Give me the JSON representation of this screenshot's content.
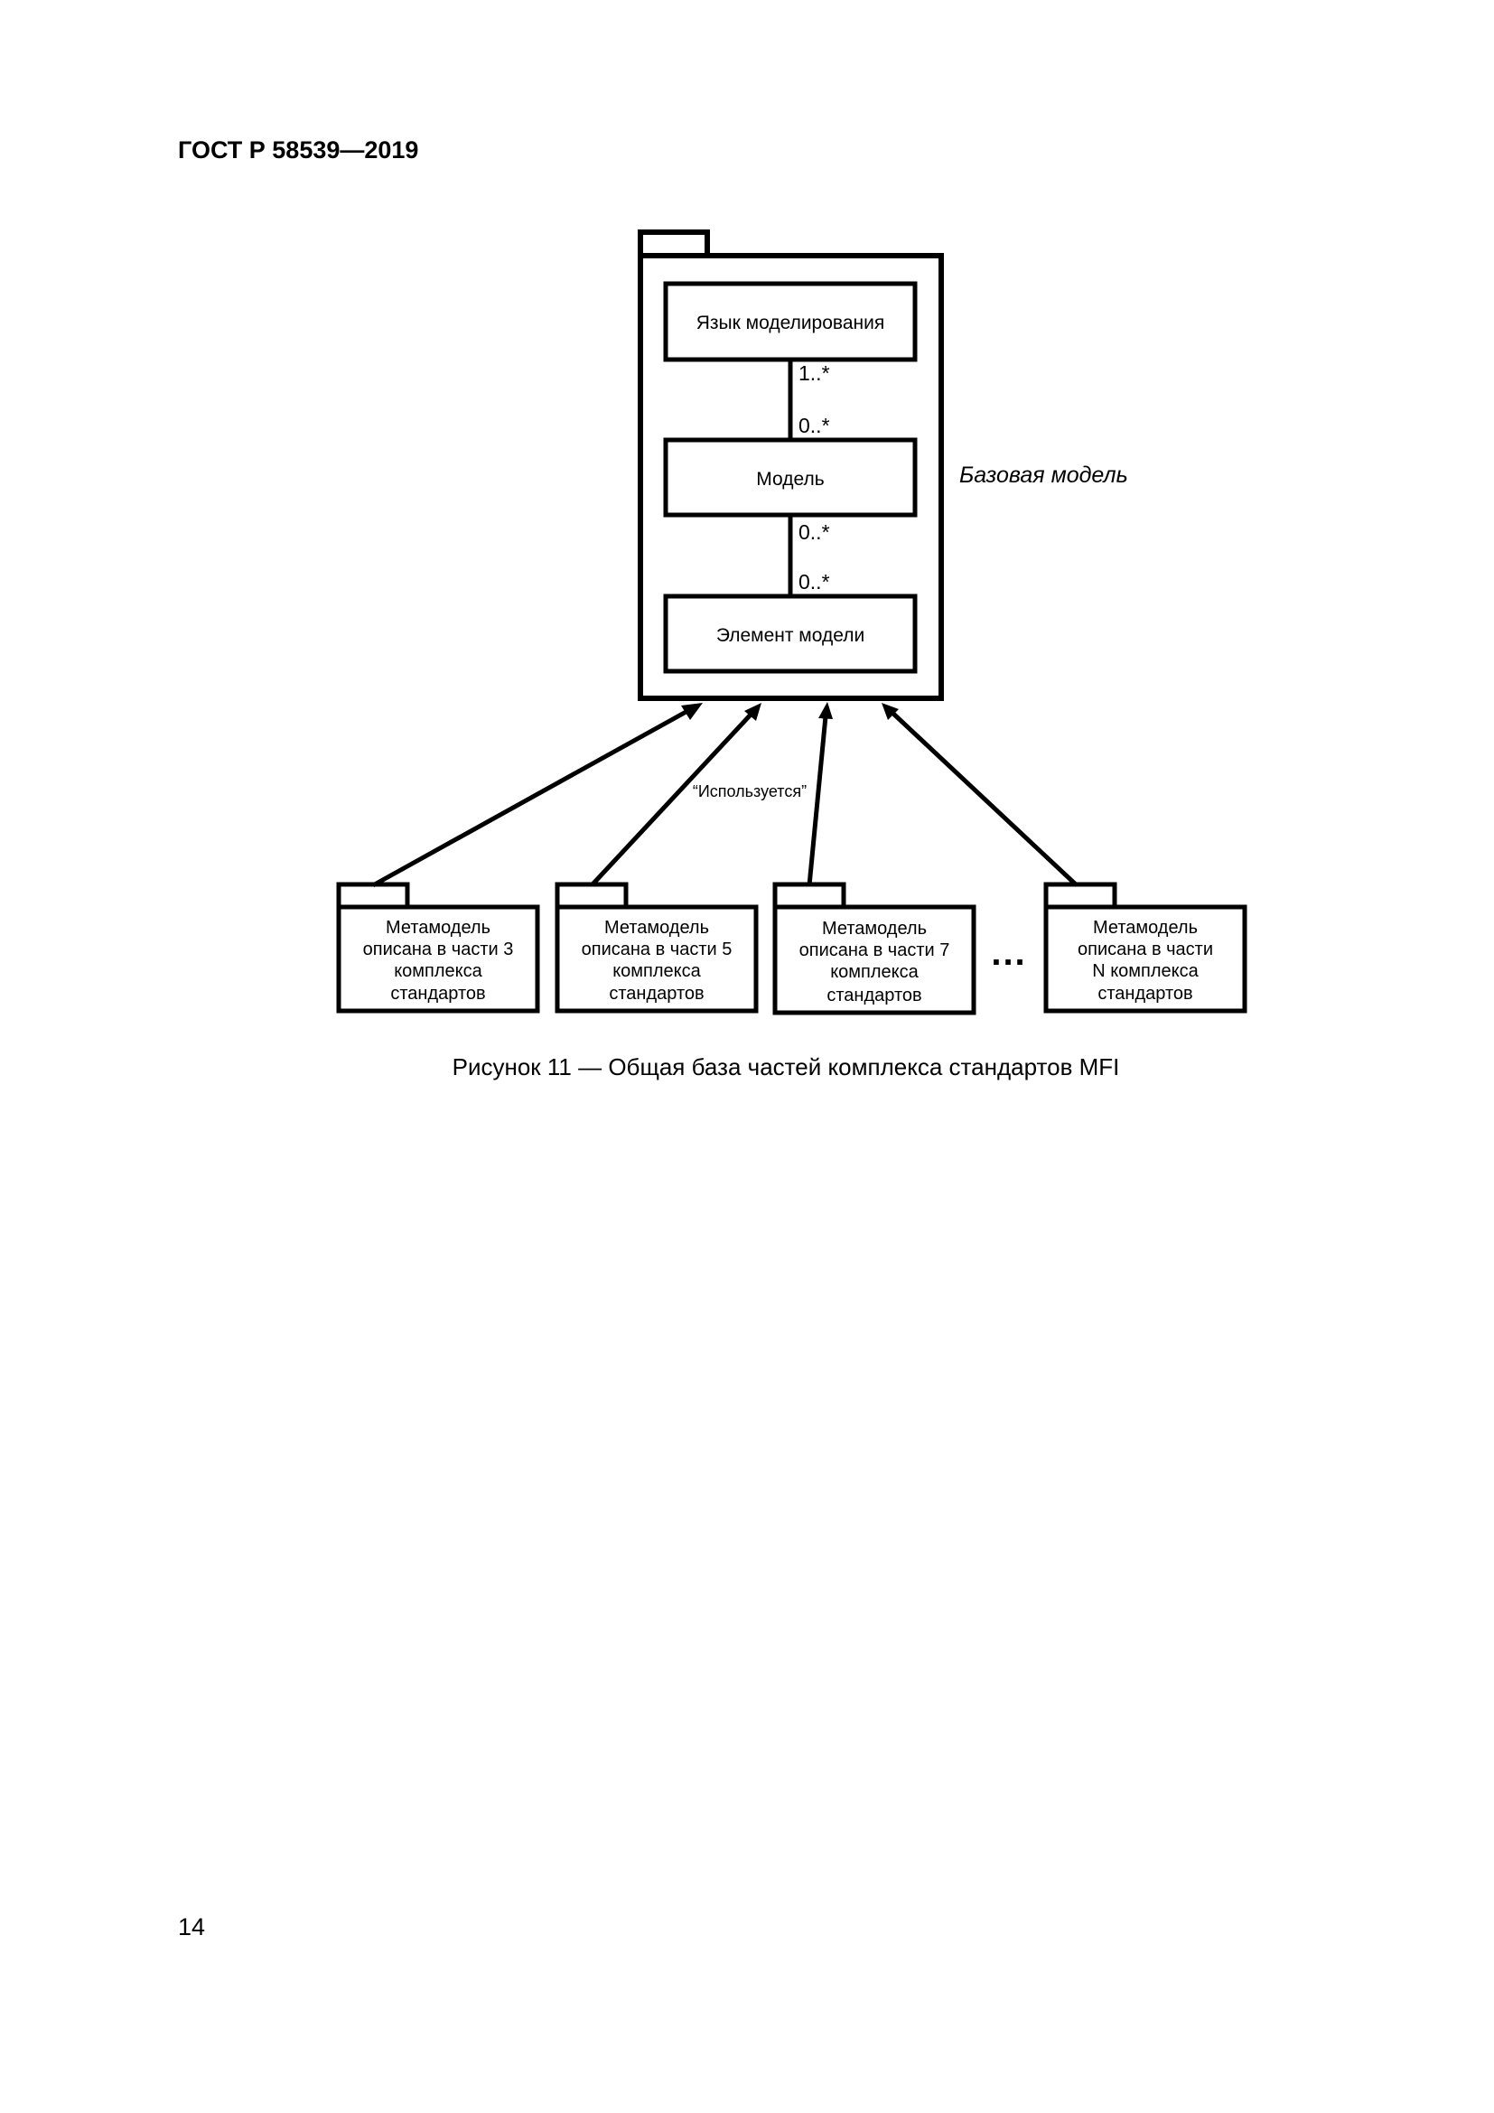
{
  "header": {
    "doc_id": "ГОСТ Р 58539—2019"
  },
  "page": {
    "number": "14"
  },
  "figure": {
    "caption": "Рисунок 11 — Общая база частей комплекса стандартов MFI",
    "base_model": {
      "label": "Базовая модель",
      "boxes": {
        "language": "Язык моделирования",
        "model": "Модель",
        "element": "Элемент модели"
      },
      "multiplicities": {
        "language_to_model_top": "1..*",
        "language_to_model_bottom": "0..*",
        "model_to_element_top": "0..*",
        "model_to_element_bottom": "0..*"
      }
    },
    "uses_label": "“Используется”",
    "ellipsis": "...",
    "metamodels": [
      {
        "lines": [
          "Метамодель",
          "описана в части 3",
          "комплекса",
          "стандартов"
        ]
      },
      {
        "lines": [
          "Метамодель",
          "описана в части 5",
          "комплекса",
          "стандартов"
        ]
      },
      {
        "lines": [
          "Метамодель",
          "описана в части 7",
          "комплекса",
          "стандартов"
        ]
      },
      {
        "lines": [
          "Метамодель",
          "описана в части",
          "N комплекса",
          "стандартов"
        ]
      }
    ]
  }
}
